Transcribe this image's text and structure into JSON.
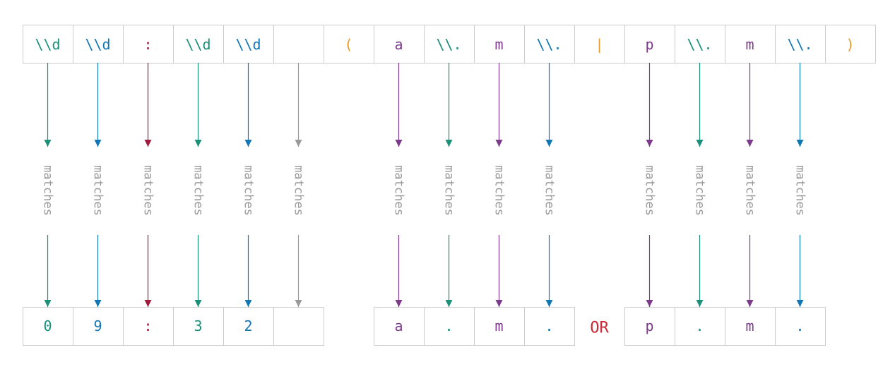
{
  "colors": {
    "teal": "#1a9079",
    "blue": "#1177b4",
    "red": "#a0183a",
    "gray": "#999999",
    "orange": "#e89a2a",
    "purple": "#7b3b8a",
    "or_red": "#cc2936",
    "border": "#cccccc"
  },
  "pattern": [
    {
      "text": "\\\\d",
      "color": "teal"
    },
    {
      "text": "\\\\d",
      "color": "blue"
    },
    {
      "text": ":",
      "color": "red"
    },
    {
      "text": "\\\\d",
      "color": "teal"
    },
    {
      "text": "\\\\d",
      "color": "blue"
    },
    {
      "text": "",
      "color": "gray"
    },
    {
      "text": "(",
      "color": "orange"
    },
    {
      "text": "a",
      "color": "purple"
    },
    {
      "text": "\\\\.",
      "color": "teal"
    },
    {
      "text": "m",
      "color": "purple"
    },
    {
      "text": "\\\\.",
      "color": "blue"
    },
    {
      "text": "|",
      "color": "orange"
    },
    {
      "text": "p",
      "color": "purple"
    },
    {
      "text": "\\\\.",
      "color": "teal"
    },
    {
      "text": "m",
      "color": "purple"
    },
    {
      "text": "\\\\.",
      "color": "blue"
    },
    {
      "text": ")",
      "color": "orange"
    }
  ],
  "match_label": "matches",
  "matches": [
    {
      "pattern_index": 0,
      "color": "teal",
      "result": "0"
    },
    {
      "pattern_index": 1,
      "color": "blue",
      "result": "9"
    },
    {
      "pattern_index": 2,
      "color": "red",
      "result": ":"
    },
    {
      "pattern_index": 3,
      "color": "teal",
      "result": "3"
    },
    {
      "pattern_index": 4,
      "color": "blue",
      "result": "2"
    },
    {
      "pattern_index": 5,
      "color": "gray",
      "result": ""
    },
    {
      "pattern_index": 7,
      "color": "purple",
      "result": "a"
    },
    {
      "pattern_index": 8,
      "color": "teal",
      "result": "."
    },
    {
      "pattern_index": 9,
      "color": "purple",
      "result": "m"
    },
    {
      "pattern_index": 10,
      "color": "blue",
      "result": "."
    },
    {
      "pattern_index": 12,
      "color": "purple",
      "result": "p"
    },
    {
      "pattern_index": 13,
      "color": "teal",
      "result": "."
    },
    {
      "pattern_index": 14,
      "color": "purple",
      "result": "m"
    },
    {
      "pattern_index": 15,
      "color": "blue",
      "result": "."
    }
  ],
  "or_label": "OR"
}
